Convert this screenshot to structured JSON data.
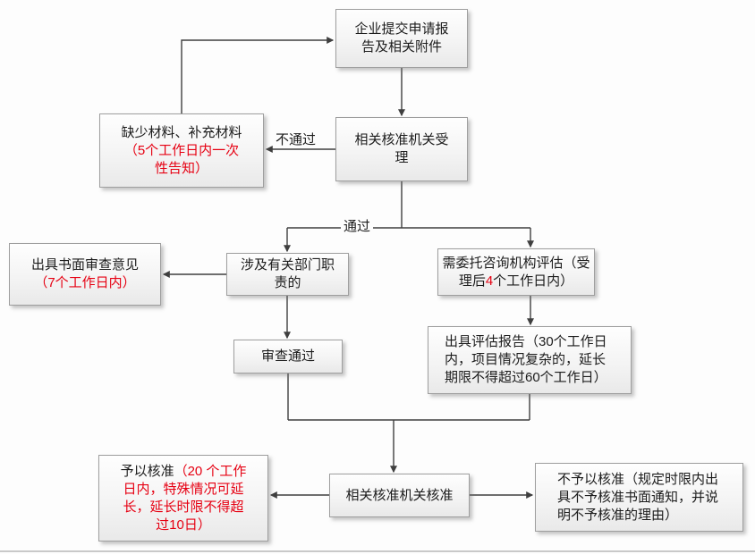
{
  "colors": {
    "red": "#e60012",
    "ink": "#1c1c1c",
    "border": "#9e9e9e",
    "line": "#3f3f3f",
    "divider": "#c9c9c9"
  },
  "labels": {
    "not_pass": "不通过",
    "pass": "通过"
  },
  "nodes": {
    "submit": "企业提交申请报告及相关附件",
    "accept": "相关核准机关受理",
    "missing_black": "缺少材料、补充材料",
    "missing_red": "（5个工作日内一次性告知）",
    "dept": "涉及有关部门职责的",
    "opinion_black": "出具书面审查意见",
    "opinion_red": "（7个工作日内）",
    "review_pass": "审查通过",
    "entrust_pre": "需委托咨询机构评估（受理后",
    "entrust_red": "4",
    "entrust_post": "个工作日内）",
    "eval_report": "出具评估报告（30个工作日内，项目情况复杂的，延长期限不得超过60个工作日）",
    "approve": "相关核准机关核准",
    "approved_black": "予以核准",
    "approved_red": "（20 个工作日内，特殊情况可延长，延长时限不得超过10日）",
    "rejected": "不予以核准（规定时限内出具不予核准书面通知，并说明不予核准的理由）"
  }
}
